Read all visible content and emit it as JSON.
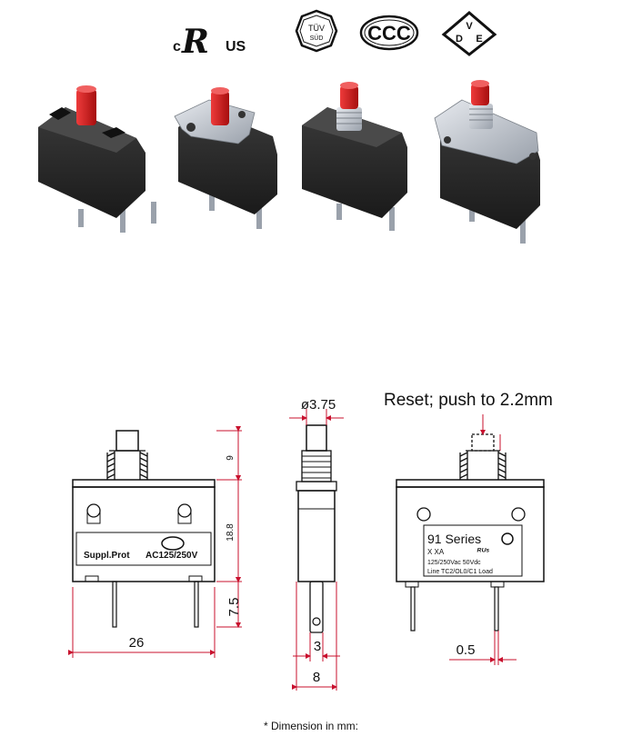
{
  "certifications": {
    "ul": {
      "c_label": "c",
      "ur_label": "R",
      "us_label": "US"
    },
    "tuv": {
      "label": "TÜV",
      "sub": "SÜD"
    },
    "ccc": {
      "label": "CCC"
    },
    "vde": {
      "v": "V",
      "d": "D",
      "e": "E"
    }
  },
  "drawing": {
    "reset_note": "Reset; push to 2.2mm",
    "dims": {
      "button_diameter": "ø3.75",
      "push_height": "9",
      "body_height": "18.8",
      "terminal_length": "7.5",
      "width": "26",
      "terminal_width": "3",
      "depth": "8",
      "terminal_thickness": "0.5"
    },
    "front_label": {
      "left": "Suppl.Prot",
      "right": "AC125/250V"
    },
    "back_label": {
      "series": "91 Series",
      "rating": "X XA",
      "voltage": "125/250Vac 50Vdc",
      "terminals": "Line  TC2/OL0/C1 Load"
    },
    "footnote": "* Dimension in mm:"
  },
  "colors": {
    "dimension": "#c8102e",
    "button": "#cc1111",
    "body": "#2b2b2b"
  }
}
